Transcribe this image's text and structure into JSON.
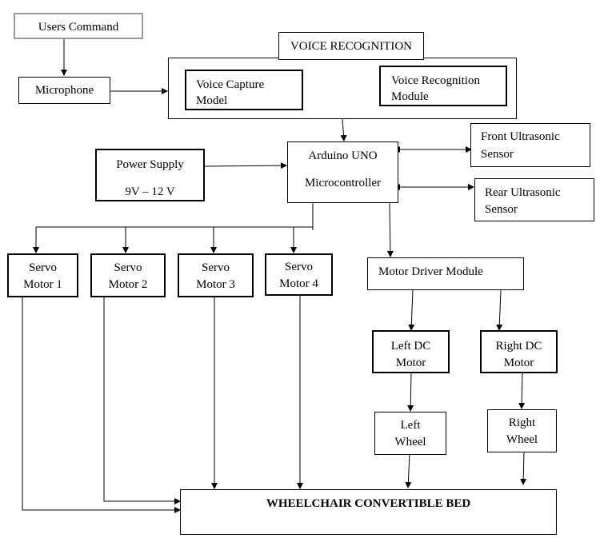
{
  "users_command": "Users Command",
  "microphone": "Microphone",
  "voice_recognition": {
    "title": "VOICE RECOGNITION",
    "capture_l1": "Voice Capture",
    "capture_l2": "Model",
    "module_l1": "Voice Recognition",
    "module_l2": "Module"
  },
  "arduino": {
    "l1": "Arduino UNO",
    "l2": "Microcontroller"
  },
  "power": {
    "l1": "Power Supply",
    "l2": "9V – 12 V"
  },
  "front_sensor": {
    "l1": "Front Ultrasonic",
    "l2": "Sensor"
  },
  "rear_sensor": {
    "l1": "Rear Ultrasonic",
    "l2": "Sensor"
  },
  "servos": [
    {
      "l1": "Servo",
      "l2": "Motor 1"
    },
    {
      "l1": "Servo",
      "l2": "Motor 2"
    },
    {
      "l1": "Servo",
      "l2": "Motor 3"
    },
    {
      "l1": "Servo",
      "l2": "Motor 4"
    }
  ],
  "motor_driver": "Motor Driver Module",
  "left_dc": {
    "l1": "Left DC",
    "l2": "Motor"
  },
  "right_dc": {
    "l1": "Right DC",
    "l2": "Motor"
  },
  "left_wheel": {
    "l1": "Left",
    "l2": "Wheel"
  },
  "right_wheel": {
    "l1": "Right",
    "l2": "Wheel"
  },
  "output": "WHEELCHAIR CONVERTIBLE BED"
}
